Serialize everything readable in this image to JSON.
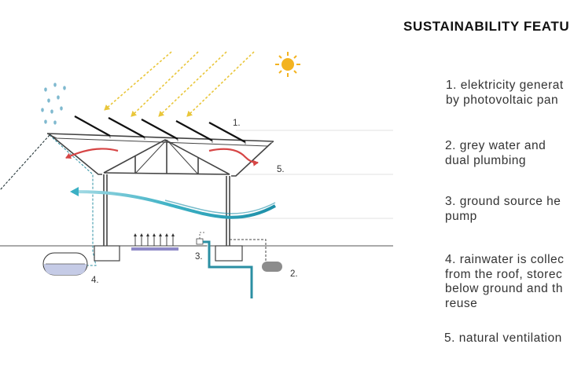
{
  "title": "SUSTAINABILITY FEATU",
  "features": [
    {
      "lines": [
        "1. elektricity generat",
        "by photovoltaic pan"
      ]
    },
    {
      "lines": [
        "2. grey water and",
        "dual plumbing"
      ]
    },
    {
      "lines": [
        "3. ground source he",
        "pump"
      ]
    },
    {
      "lines": [
        "4. rainwater is collec",
        "from the roof, storec",
        "below ground and th",
        "reuse"
      ]
    },
    {
      "lines": [
        "5. natural ventilation"
      ]
    }
  ],
  "diagram_labels": {
    "pv": "1.",
    "greywater": "2.",
    "ground_source": "3.",
    "rainwater": "4.",
    "ventilation": "5."
  },
  "icons": [
    "sun-icon",
    "rain-drops-icon"
  ],
  "colors": {
    "sun": "#f3b320",
    "sun_rays": "#e9c63a",
    "air_flow_red": "#d64545",
    "air_flow_teal": "#3bb0c4",
    "water_tank": "#c5cbe6",
    "rain": "#7fb9cf",
    "structure": "#444444",
    "grey_tank": "#8c8c8c",
    "pipe": "#2b8fa3"
  }
}
